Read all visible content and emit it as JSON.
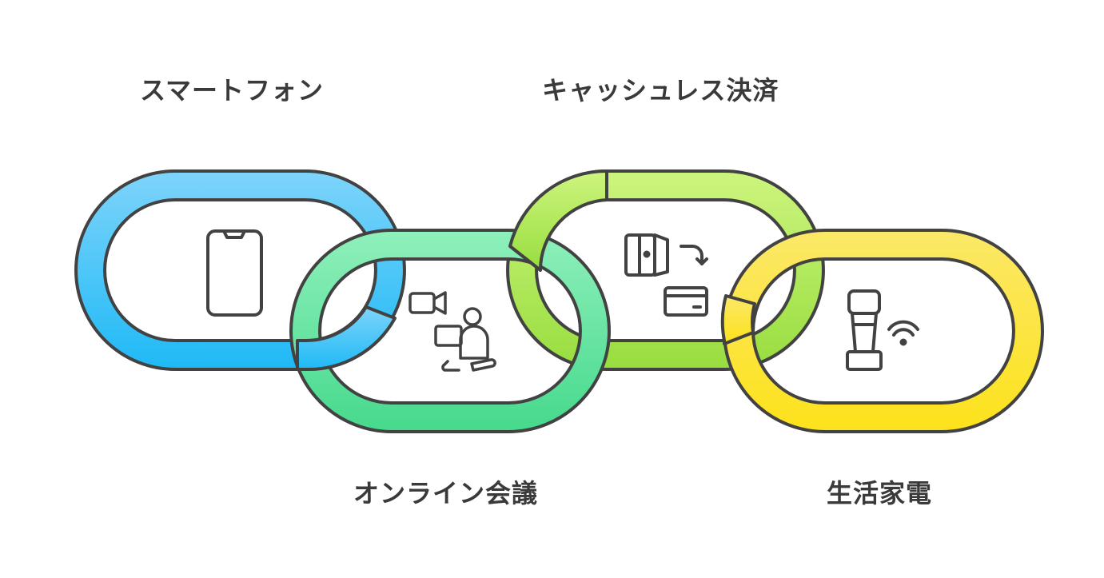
{
  "links": [
    {
      "label": "スマートフォン",
      "icon": "smartphone-icon",
      "color_top": "#7ed4fb",
      "color_bottom": "#1fb9f5"
    },
    {
      "label": "オンライン会議",
      "icon": "video-conference-icon",
      "color_top": "#8ff0bb",
      "color_bottom": "#46d98c"
    },
    {
      "label": "キャッシュレス決済",
      "icon": "cashless-payment-icon",
      "color_top": "#cdf57e",
      "color_bottom": "#98dd3f"
    },
    {
      "label": "生活家電",
      "icon": "smart-appliance-icon",
      "color_top": "#fbe868",
      "color_bottom": "#fde21b"
    }
  ],
  "outline_color": "#424242"
}
